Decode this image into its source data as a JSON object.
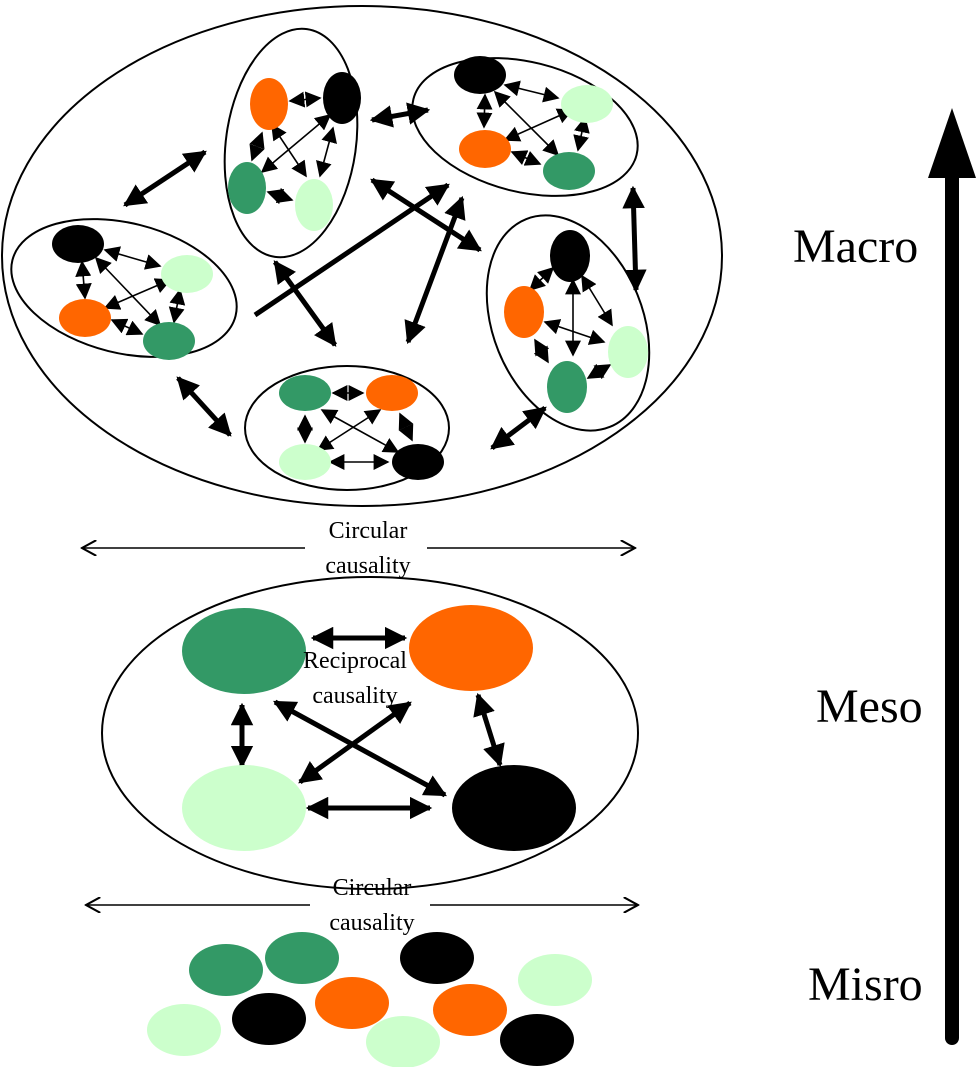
{
  "levels": {
    "macro": "Macro",
    "meso": "Meso",
    "micro": "Misro"
  },
  "labels": {
    "circular_causality_top": [
      "Circular",
      "causality"
    ],
    "circular_causality_bottom": [
      "Circular",
      "causality"
    ],
    "reciprocal_causality": [
      "Reciprocal",
      "causality"
    ]
  },
  "colors": {
    "green": "#339966",
    "light_green": "#ccffcc",
    "orange": "#ff6600",
    "black": "#000000",
    "outline": "#000000"
  }
}
